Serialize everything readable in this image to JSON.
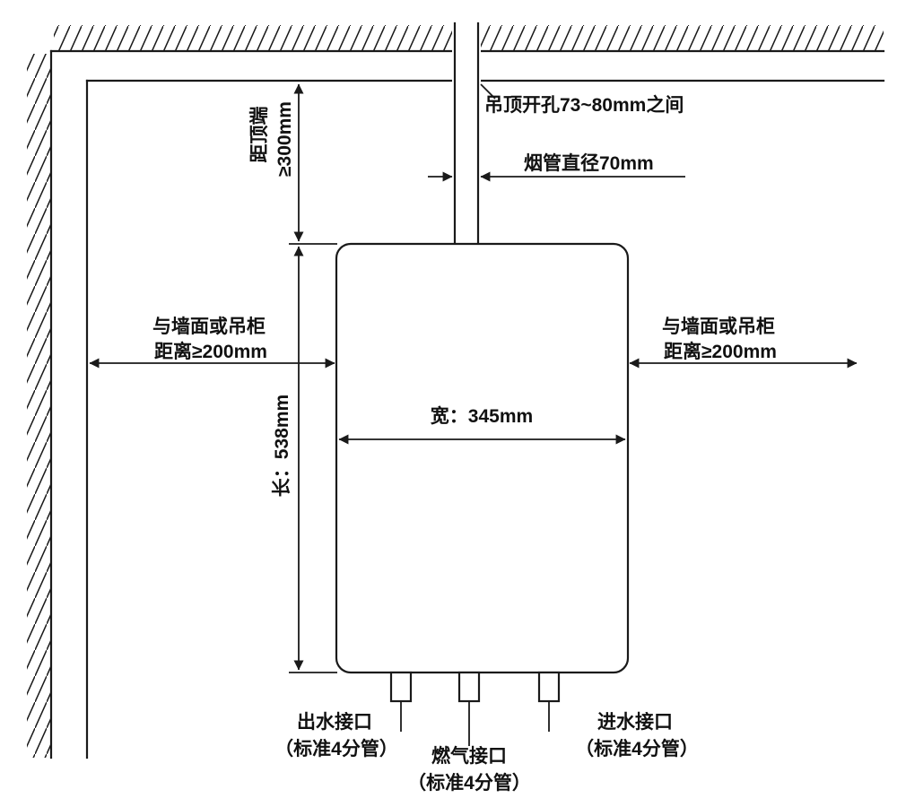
{
  "figure": {
    "labels": {
      "ceiling_hole": "吊顶开孔73~80mm之间",
      "flue_diameter": "烟管直径70mm",
      "top_clearance": {
        "line1": "距顶端",
        "line2": "≥300mm"
      },
      "left_clearance": {
        "line1": "与墙面或吊柜",
        "line2": "距离≥200mm"
      },
      "right_clearance": {
        "line1": "与墙面或吊柜",
        "line2": "距离≥200mm"
      },
      "body_width": "宽：345mm",
      "body_height": "长：538mm",
      "outlet": {
        "line1": "出水接口",
        "line2": "（标准4分管）"
      },
      "gas": {
        "line1": "燃气接口",
        "line2": "（标准4分管）"
      },
      "inlet": {
        "line1": "进水接口",
        "line2": "（标准4分管）"
      }
    },
    "colors": {
      "line": "#1a1a1a",
      "background": "#ffffff"
    }
  }
}
